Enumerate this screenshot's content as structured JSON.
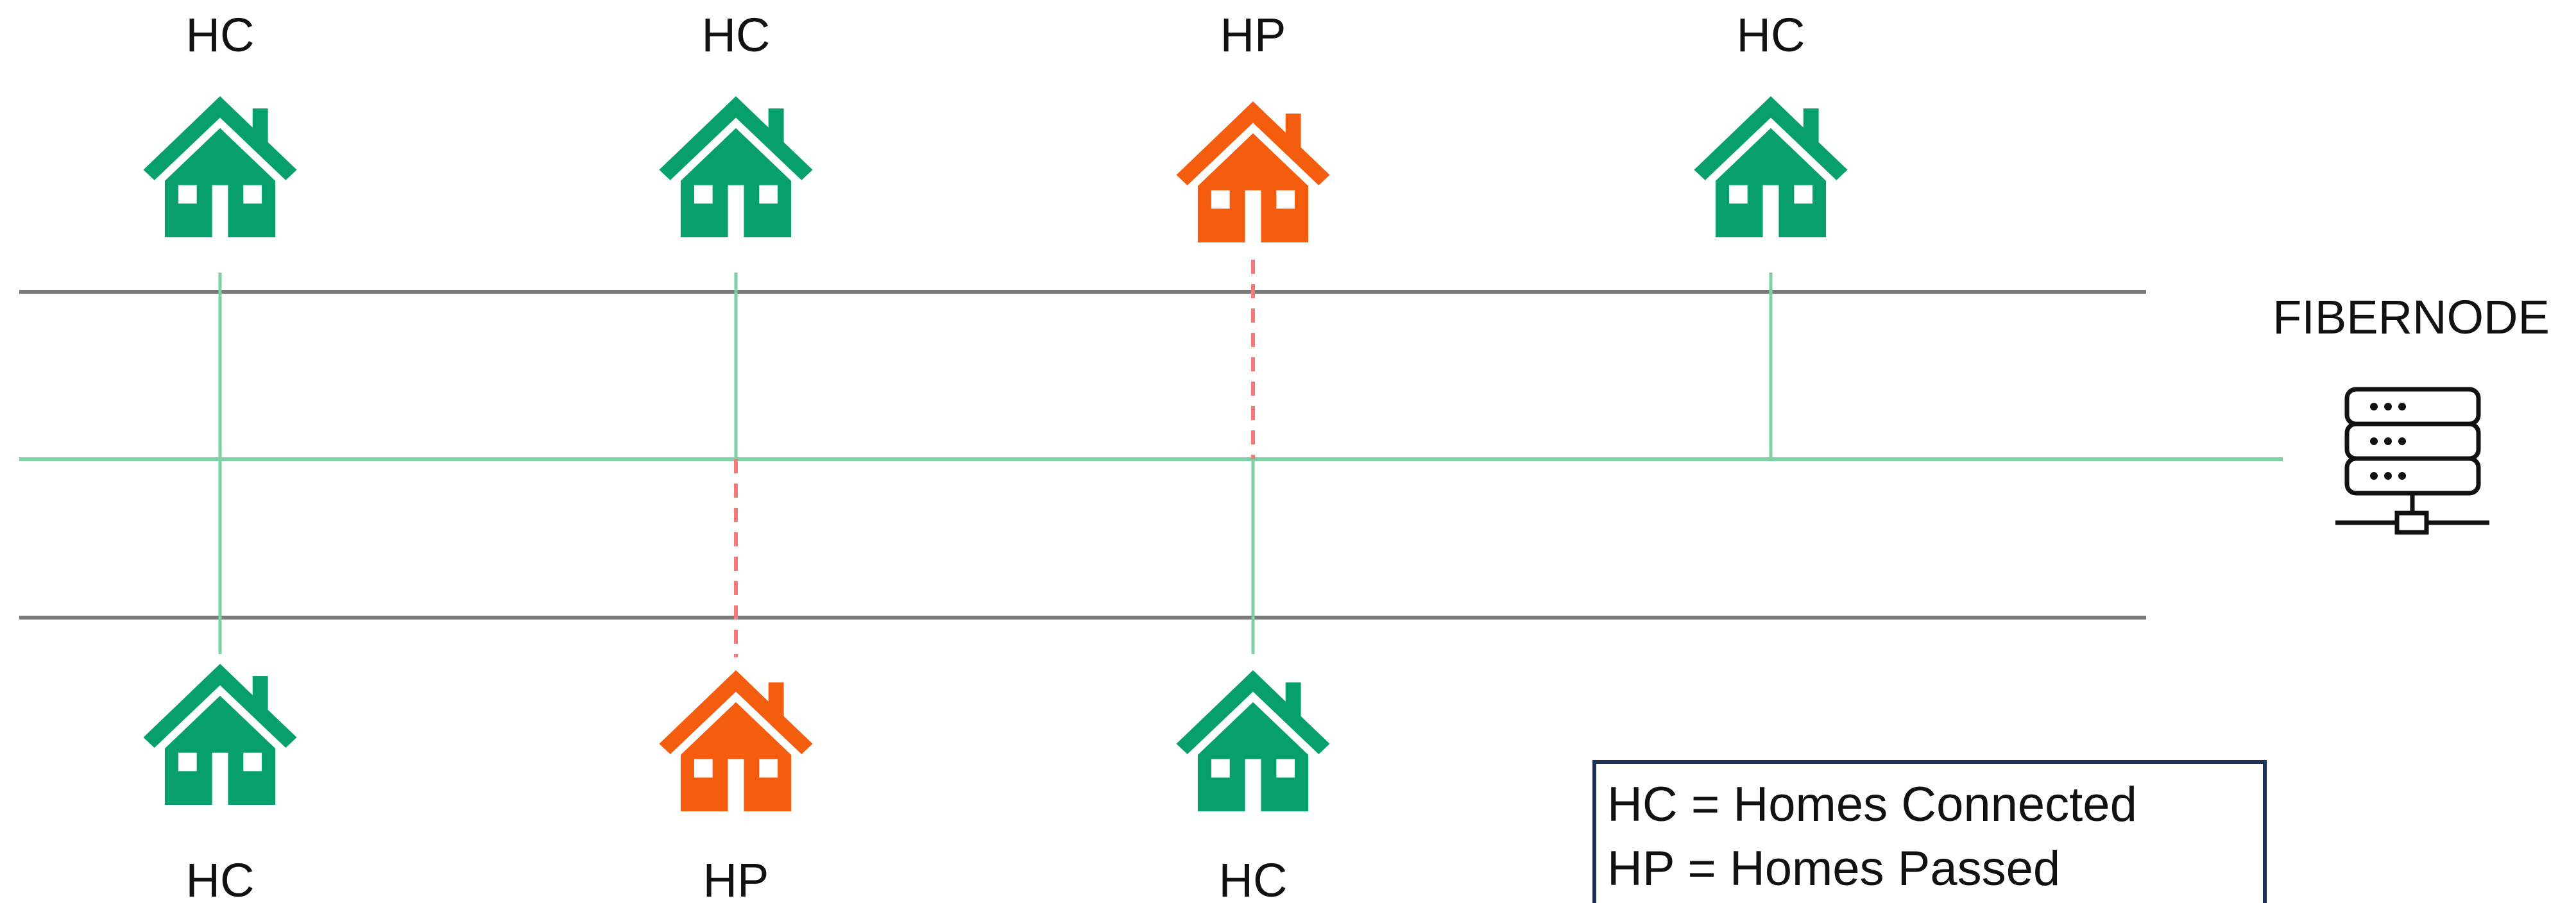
{
  "colors": {
    "connected": "#07a06a",
    "passed": "#f35d0d",
    "connected_line": "#7fd0a6",
    "passed_line": "#f47a7a",
    "street": "#7a7a7a",
    "legend_border": "#1f2f5a",
    "node_stroke": "#111111"
  },
  "houses": [
    {
      "id": "top-1",
      "label": "HC",
      "status": "connected"
    },
    {
      "id": "top-2",
      "label": "HC",
      "status": "connected"
    },
    {
      "id": "top-3",
      "label": "HP",
      "status": "passed"
    },
    {
      "id": "top-4",
      "label": "HC",
      "status": "connected"
    },
    {
      "id": "bottom-1",
      "label": "HC",
      "status": "connected"
    },
    {
      "id": "bottom-2",
      "label": "HP",
      "status": "passed"
    },
    {
      "id": "bottom-3",
      "label": "HC",
      "status": "connected"
    }
  ],
  "fibernode": {
    "label": "FIBERNODE",
    "icon": "server-icon"
  },
  "legend": {
    "lines": [
      "HC = Homes Connected",
      "HP = Homes Passed"
    ]
  }
}
